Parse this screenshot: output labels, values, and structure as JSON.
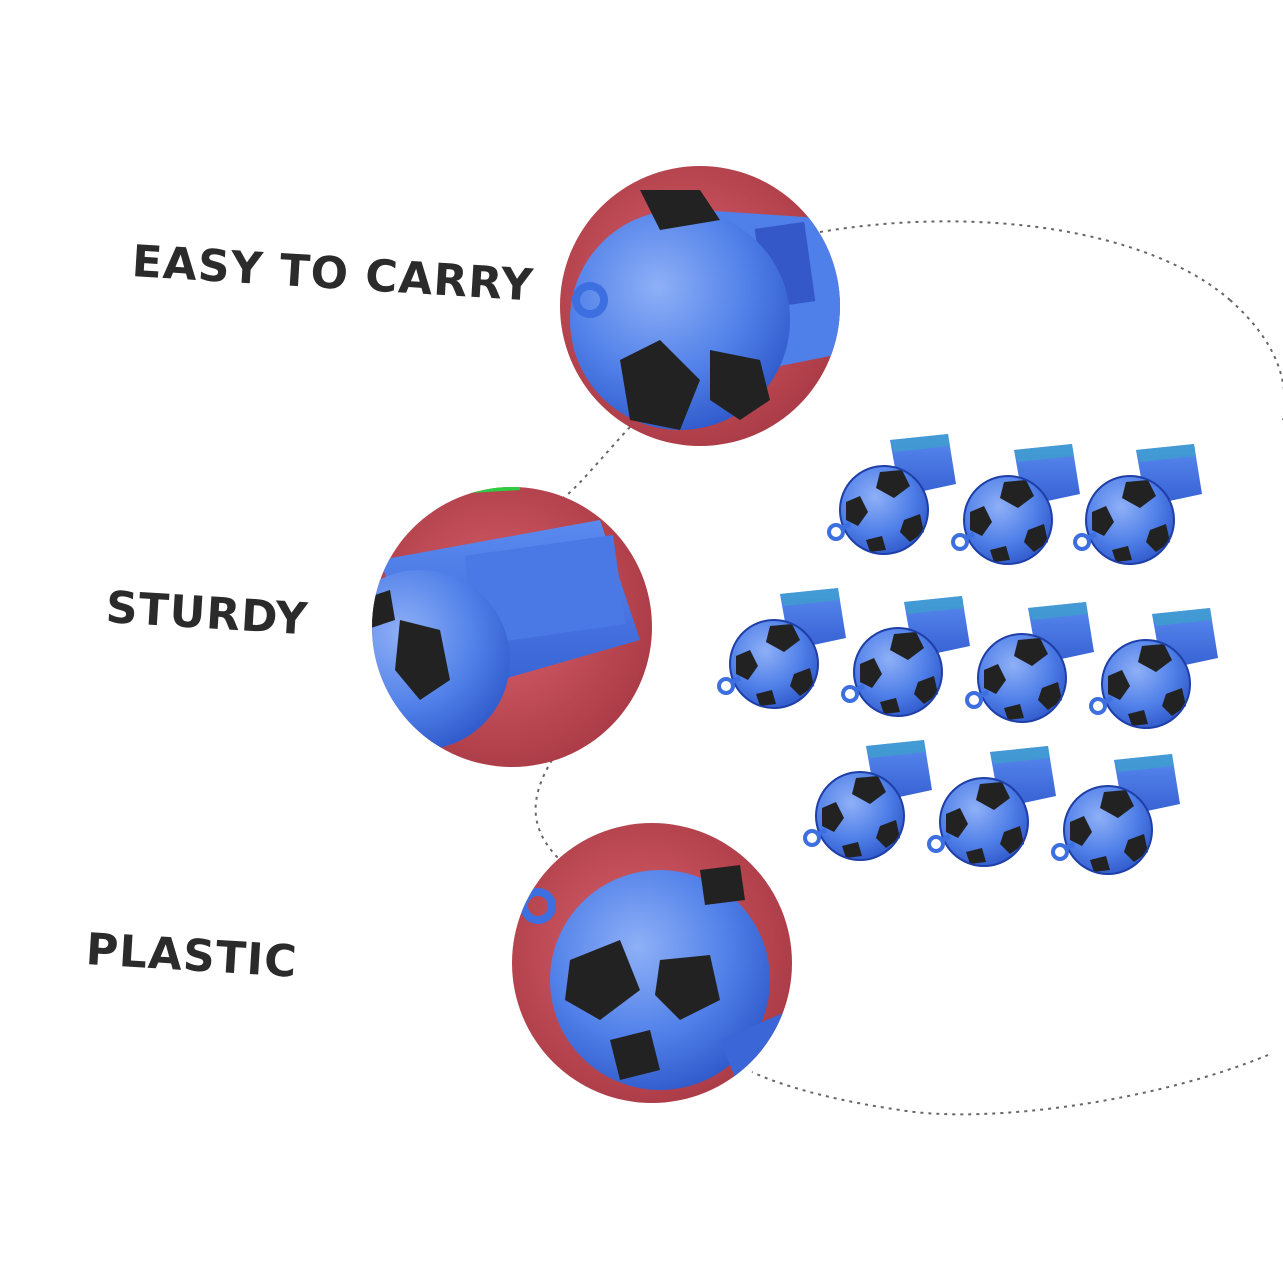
{
  "features": [
    {
      "label": "EASY TO CARRY",
      "icon": "whistle-closeup-top"
    },
    {
      "label": "STURDY",
      "icon": "whistle-closeup-side"
    },
    {
      "label": "PLASTIC",
      "icon": "whistle-closeup-ball"
    }
  ],
  "product": {
    "item": "soccer-ball-whistle",
    "quantity_shown": 10,
    "rows": [
      3,
      4,
      3
    ]
  },
  "colors": {
    "whistle_blue": "#3d6fe0",
    "whistle_blue_light": "#7fa2f2",
    "closeup_background": "#c2464f",
    "ball_black": "#222222",
    "text": "#2b2b2b",
    "dashed_line": "#666666"
  }
}
